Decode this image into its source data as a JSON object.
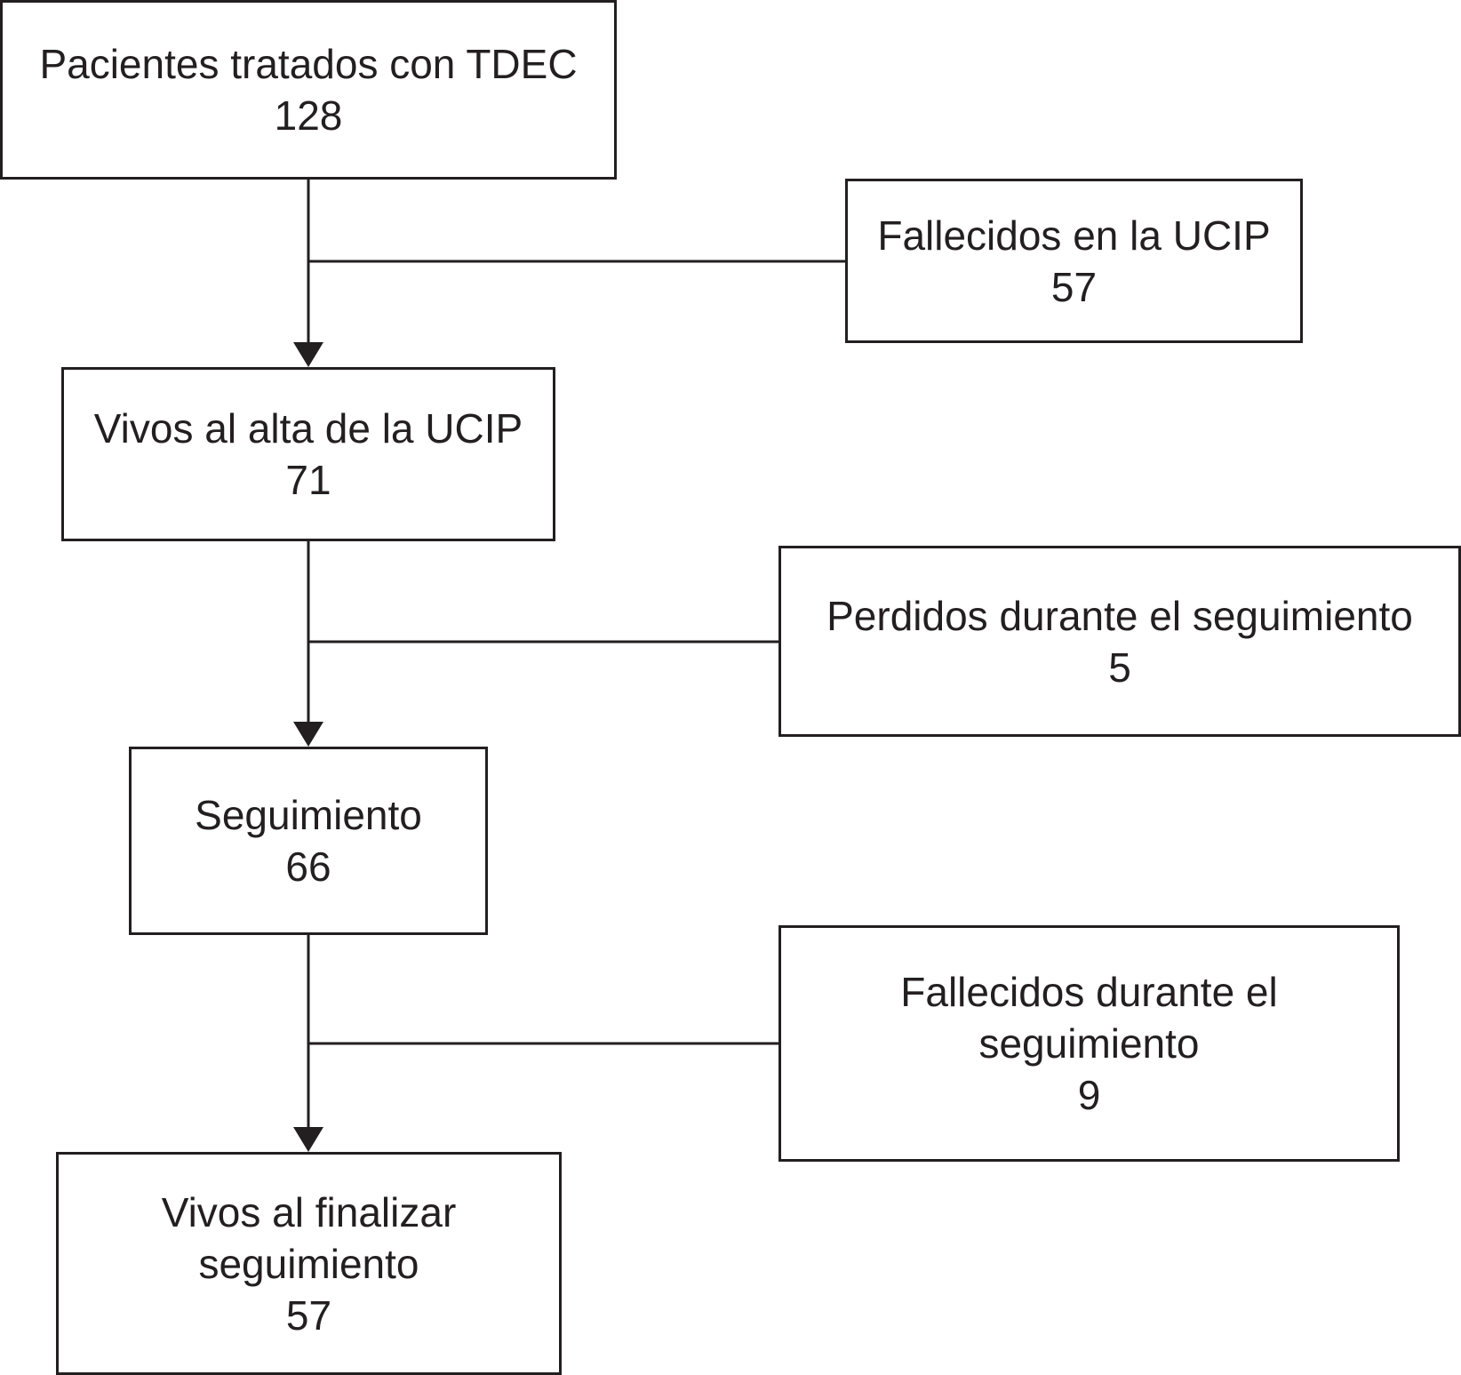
{
  "diagram": {
    "nodes": {
      "start": {
        "label": "Pacientes tratados con TDEC",
        "count": "128"
      },
      "died_icu": {
        "label": "Fallecidos en la UCIP",
        "count": "57"
      },
      "alive_icu": {
        "label": "Vivos al alta de la UCIP",
        "count": "71"
      },
      "lost": {
        "label": "Perdidos durante el seguimiento",
        "count": "5"
      },
      "followup": {
        "label": "Seguimiento",
        "count": "66"
      },
      "died_followup": {
        "label_line1": "Fallecidos durante el",
        "label_line2": "seguimiento",
        "count": "9"
      },
      "alive_end": {
        "label_line1": "Vivos al finalizar",
        "label_line2": "seguimiento",
        "count": "57"
      }
    },
    "edges": [
      {
        "from": "start",
        "to": "alive_icu",
        "type": "arrow"
      },
      {
        "from": "alive_icu",
        "to": "followup",
        "type": "arrow"
      },
      {
        "from": "followup",
        "to": "alive_end",
        "type": "arrow"
      },
      {
        "from": "start-alive_icu",
        "to": "died_icu",
        "type": "branch"
      },
      {
        "from": "alive_icu-followup",
        "to": "lost",
        "type": "branch"
      },
      {
        "from": "followup-alive_end",
        "to": "died_followup",
        "type": "branch"
      }
    ],
    "colors": {
      "stroke": "#231f20",
      "background": "#ffffff"
    }
  }
}
